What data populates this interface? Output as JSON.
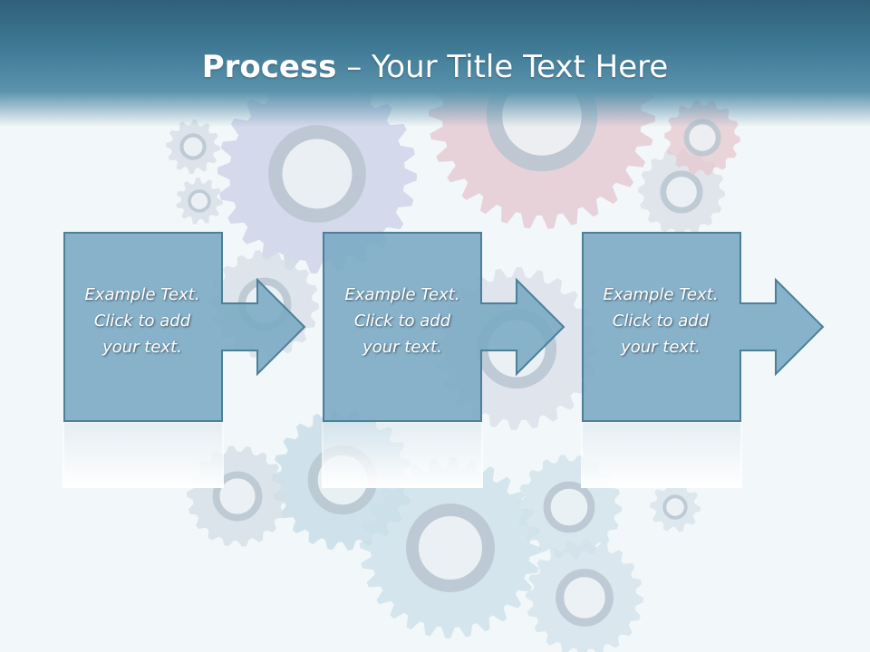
{
  "title": {
    "bold": "Process",
    "rest": " – Your Title Text Here"
  },
  "steps": [
    {
      "text": "Example Text.\nClick  to add\nyour text."
    },
    {
      "text": "Example Text.\nClick  to add\nyour text."
    },
    {
      "text": "Example Text.\nClick  to add\nyour text."
    }
  ],
  "colors": {
    "header": "#3d7893",
    "box_fill": "#79a9c3",
    "box_stroke": "#4d7f98",
    "background": "#f2f7f9"
  }
}
